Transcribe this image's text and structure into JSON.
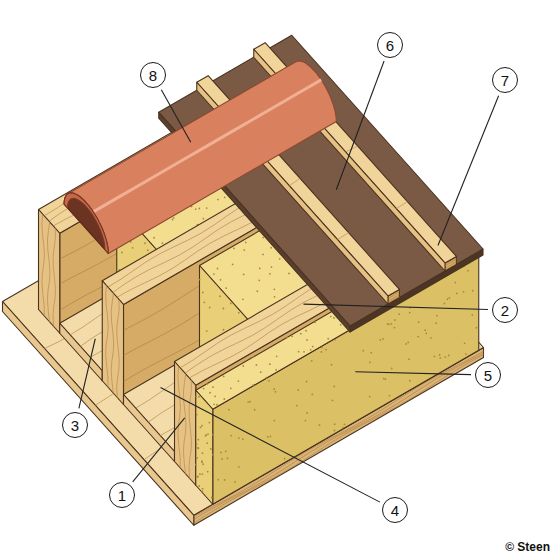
{
  "diagram": {
    "labels": [
      "8",
      "6",
      "7",
      "2",
      "5",
      "3",
      "1",
      "4",
      "© Steen"
    ]
  }
}
